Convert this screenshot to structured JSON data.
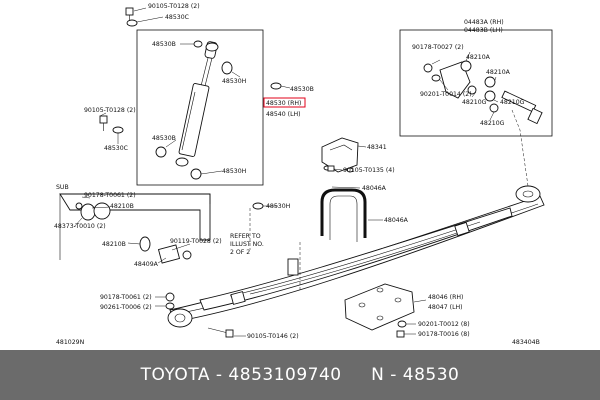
{
  "diagram": {
    "labels": {
      "p90105_t0128_top": "90105-T0128 (2)",
      "p48530c_top": "48530C",
      "p48530b_a": "48530B",
      "p48530h_a": "48530H",
      "p48530b_r": "48530B",
      "p48530_rh": "48530 (RH)",
      "p48540_lh": "48540 (LH)",
      "p90105_t0128_left": "90105-T0128 (2)",
      "p48530b_b": "48530B",
      "p48530c_left": "48530C",
      "p48530h_b": "48530H",
      "p48341": "48341",
      "p90105_t0135": "90105-T0135 (4)",
      "p48046a_top": "48046A",
      "p48046a_mid": "48046A",
      "p48530h_c": "48530H",
      "sub_ref": "SUB",
      "p90178_t0061_a": "90178-T0061 (2)",
      "p48210b_a": "48210B",
      "p48373_t0010": "48373-T0010 (2)",
      "p48210b_b": "48210B",
      "p90119_t0028": "90119-T0028 (2)",
      "p48409a": "48409A",
      "refer_1": "REFER TO",
      "refer_2": "ILLUST NO.",
      "refer_3": "2 OF 2",
      "p90178_t0061_b": "90178-T0061 (2)",
      "p90261_t0006": "90261-T0006 (2)",
      "p90105_t0146": "90105-T0146 (2)",
      "p48046_rh": "48046 (RH)",
      "p48047_lh": "48047 (LH)",
      "p90201_t0012": "90201-T0012 (8)",
      "p90178_t0016": "90178-T0016 (8)",
      "p04483a_rh": "04483A (RH)",
      "p04483b_lh": "04483B (LH)",
      "p90178_t0027": "90178-T0027 (2)",
      "p48210a_a": "48210A",
      "p48210a_b": "48210A",
      "p90201_t0014": "90201-T0014 (2)",
      "p48210g_a": "48210G",
      "p48210g_b": "48210G",
      "p48210g_c": "48210G",
      "code_left": "481029N",
      "code_right": "483404B"
    }
  },
  "footer": {
    "text": "TOYOTA - 4853109740     N - 48530"
  },
  "colors": {
    "highlight": "#e0001a",
    "footer_bg": "#6b6b6b"
  }
}
